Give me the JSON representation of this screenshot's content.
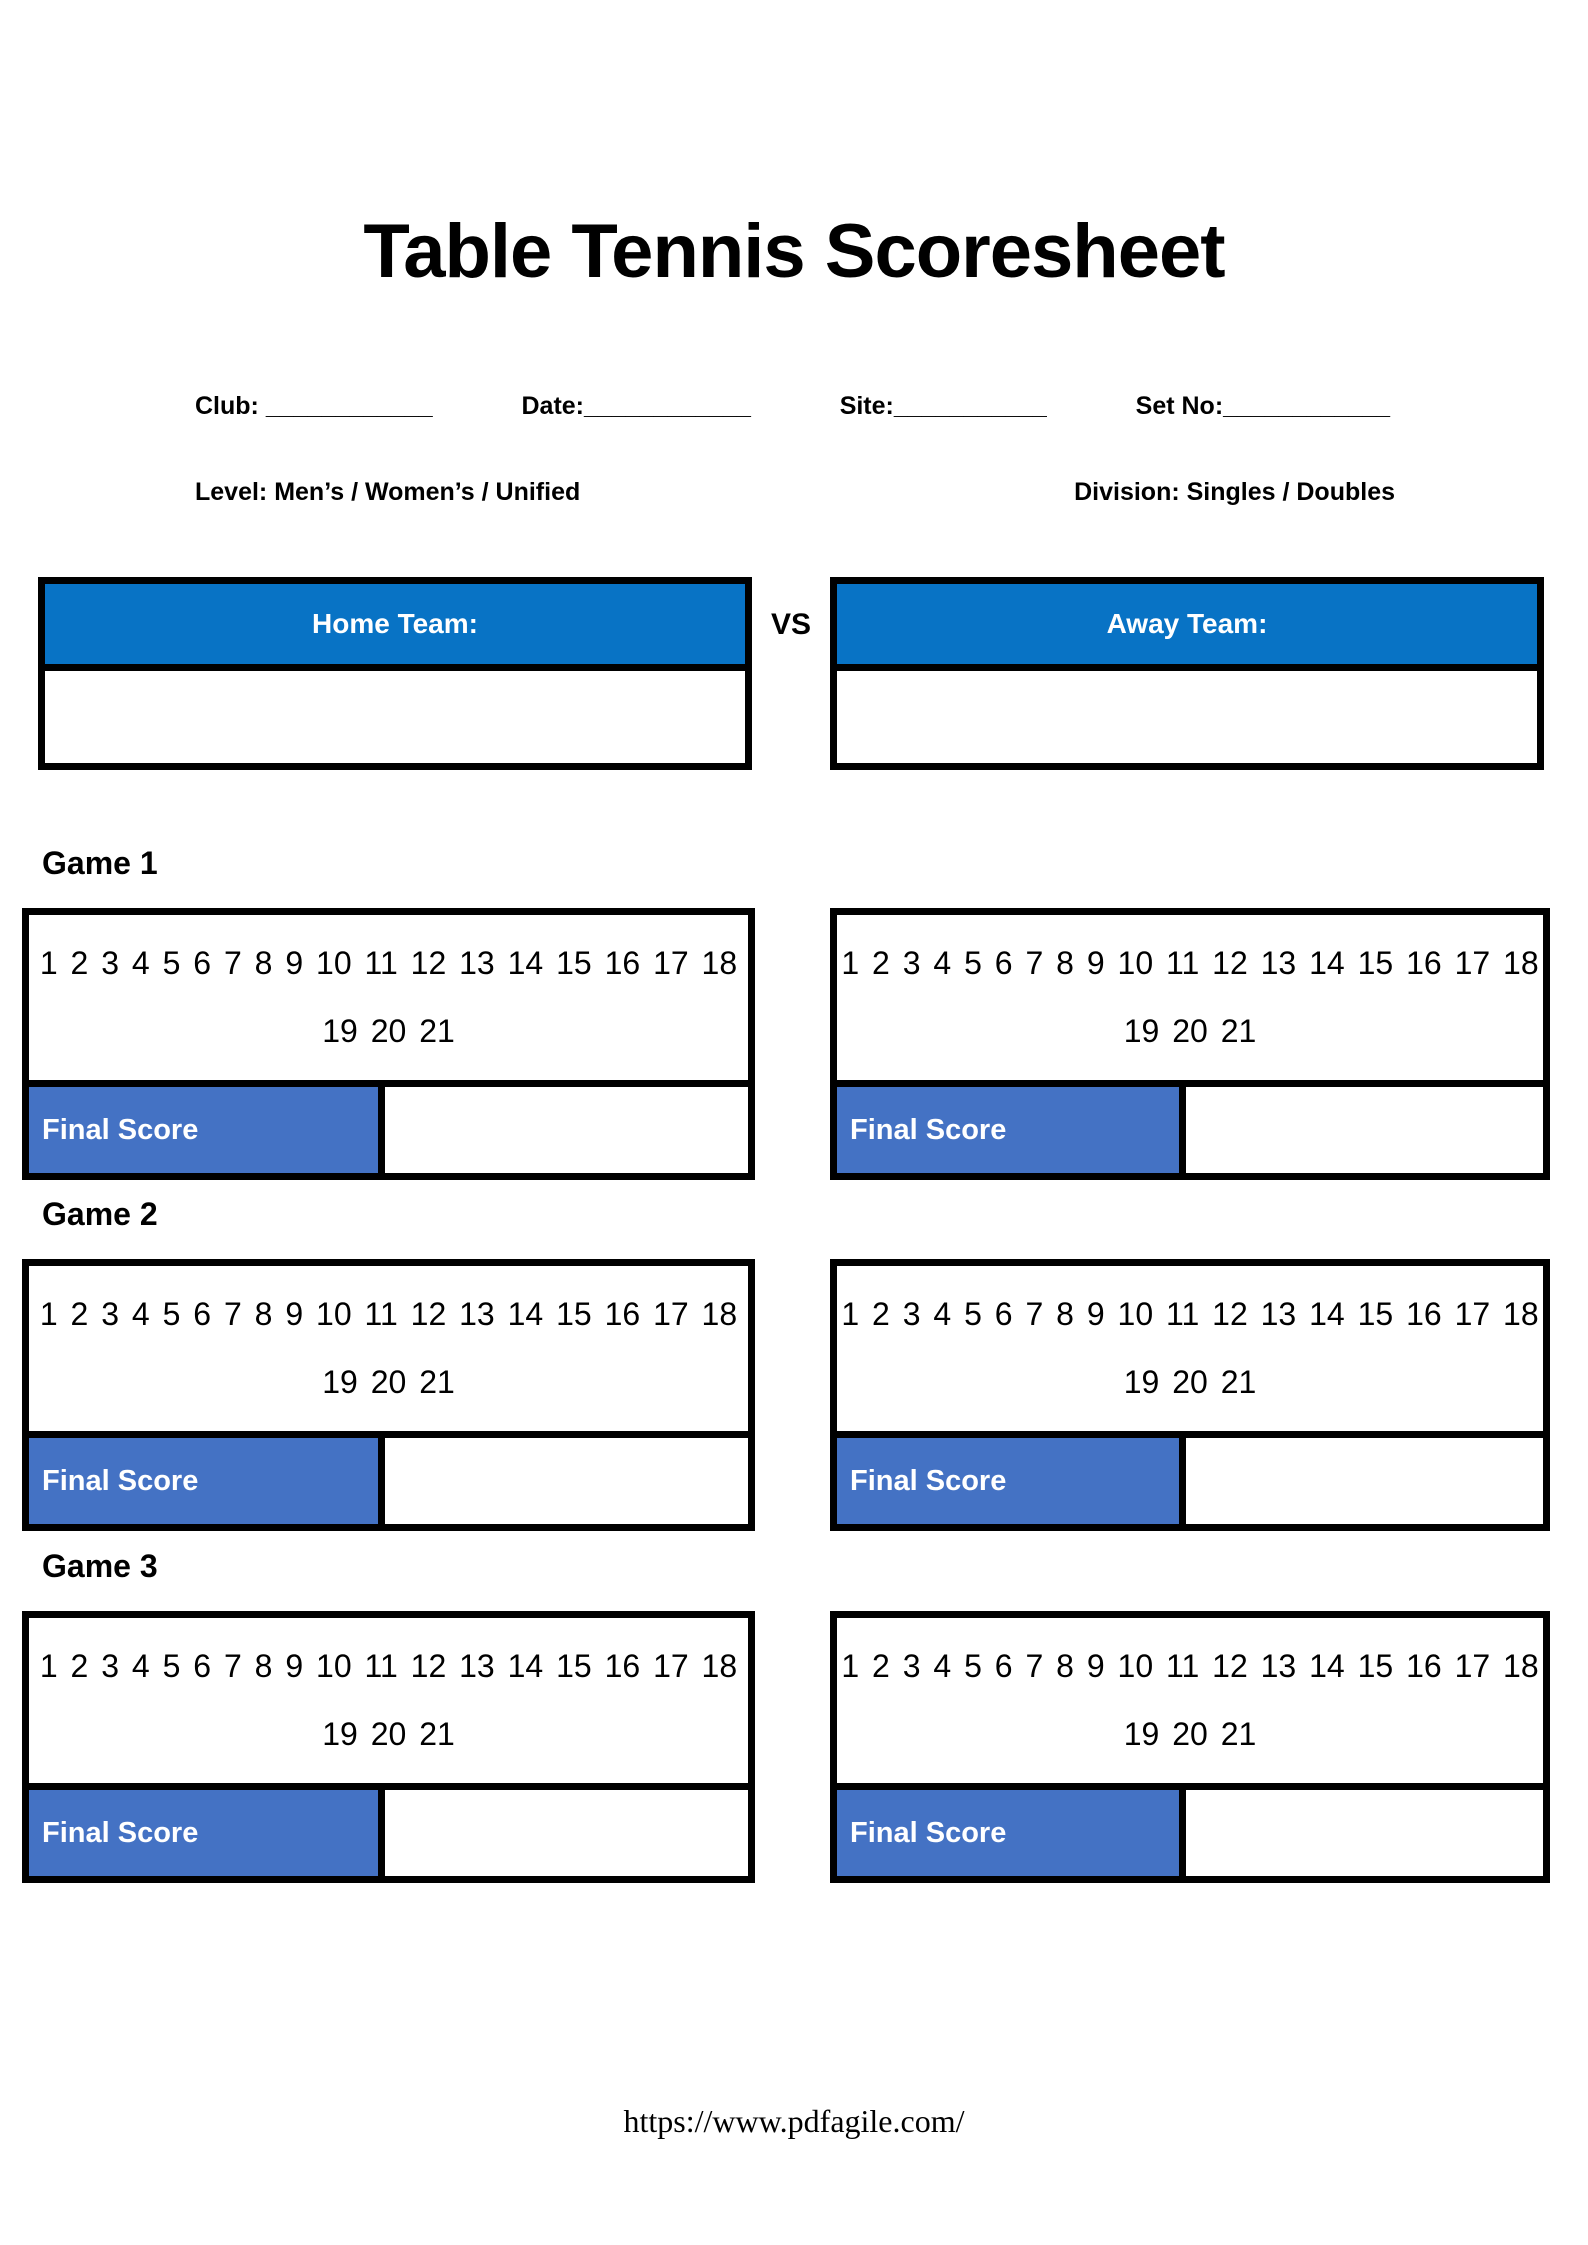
{
  "title": "Table Tennis Scoresheet",
  "meta_fields": {
    "club": "Club: ____________",
    "date": "Date:____________",
    "site": "Site:___________",
    "set_no": "Set No:____________"
  },
  "level_line": "Level: Men’s / Women’s / Unified",
  "division_line": "Division: Singles / Doubles",
  "teams": {
    "home_header": "Home Team:",
    "vs": "VS",
    "away_header": "Away Team:"
  },
  "game_box": {
    "points_line1": "1 2 3 4 5 6 7 8 9 10 11 12 13 14 15 16 17 18",
    "points_line2": "19 20 21",
    "final_score_label": "Final Score"
  },
  "games": [
    {
      "label": "Game 1"
    },
    {
      "label": "Game 2"
    },
    {
      "label": "Game 3"
    }
  ],
  "footer": {
    "url": "https://www.pdfagile.com/"
  },
  "colors": {
    "header_blue": "#0873C5",
    "final_score_blue": "#4472C4"
  }
}
